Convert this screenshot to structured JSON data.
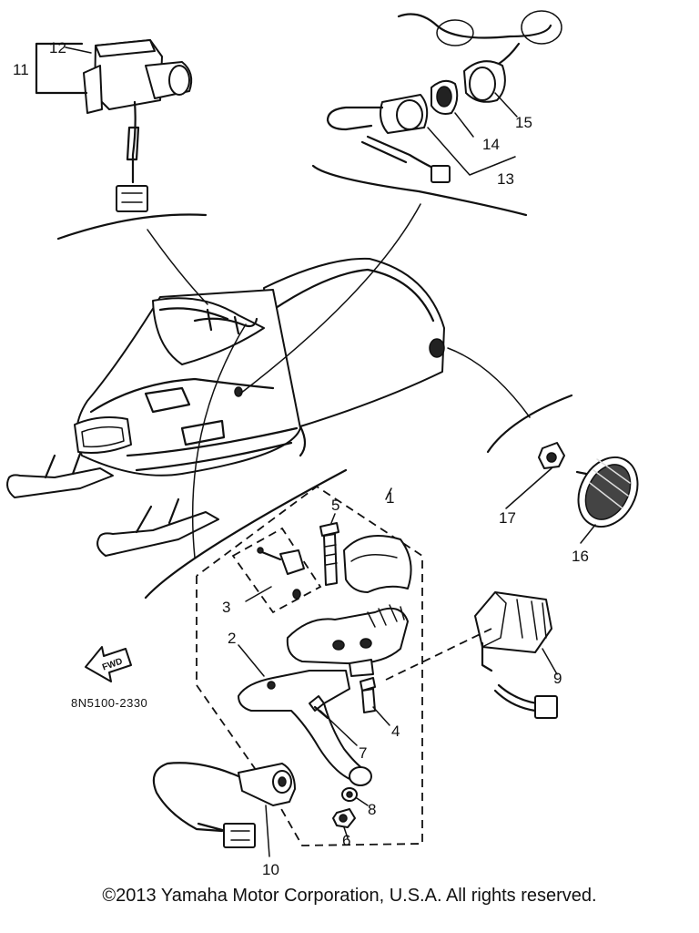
{
  "callouts": {
    "c1": "1",
    "c2": "2",
    "c3": "3",
    "c4": "4",
    "c5": "5",
    "c6": "6",
    "c7": "7",
    "c8": "8",
    "c9": "9",
    "c10": "10",
    "c11": "11",
    "c12": "12",
    "c13": "13",
    "c14": "14",
    "c15": "15",
    "c16": "16",
    "c17": "17"
  },
  "fwd_label": "FWD",
  "diagram_code": "8N5100-2330",
  "copyright": "©2013 Yamaha Motor Corporation, U.S.A. All rights reserved."
}
